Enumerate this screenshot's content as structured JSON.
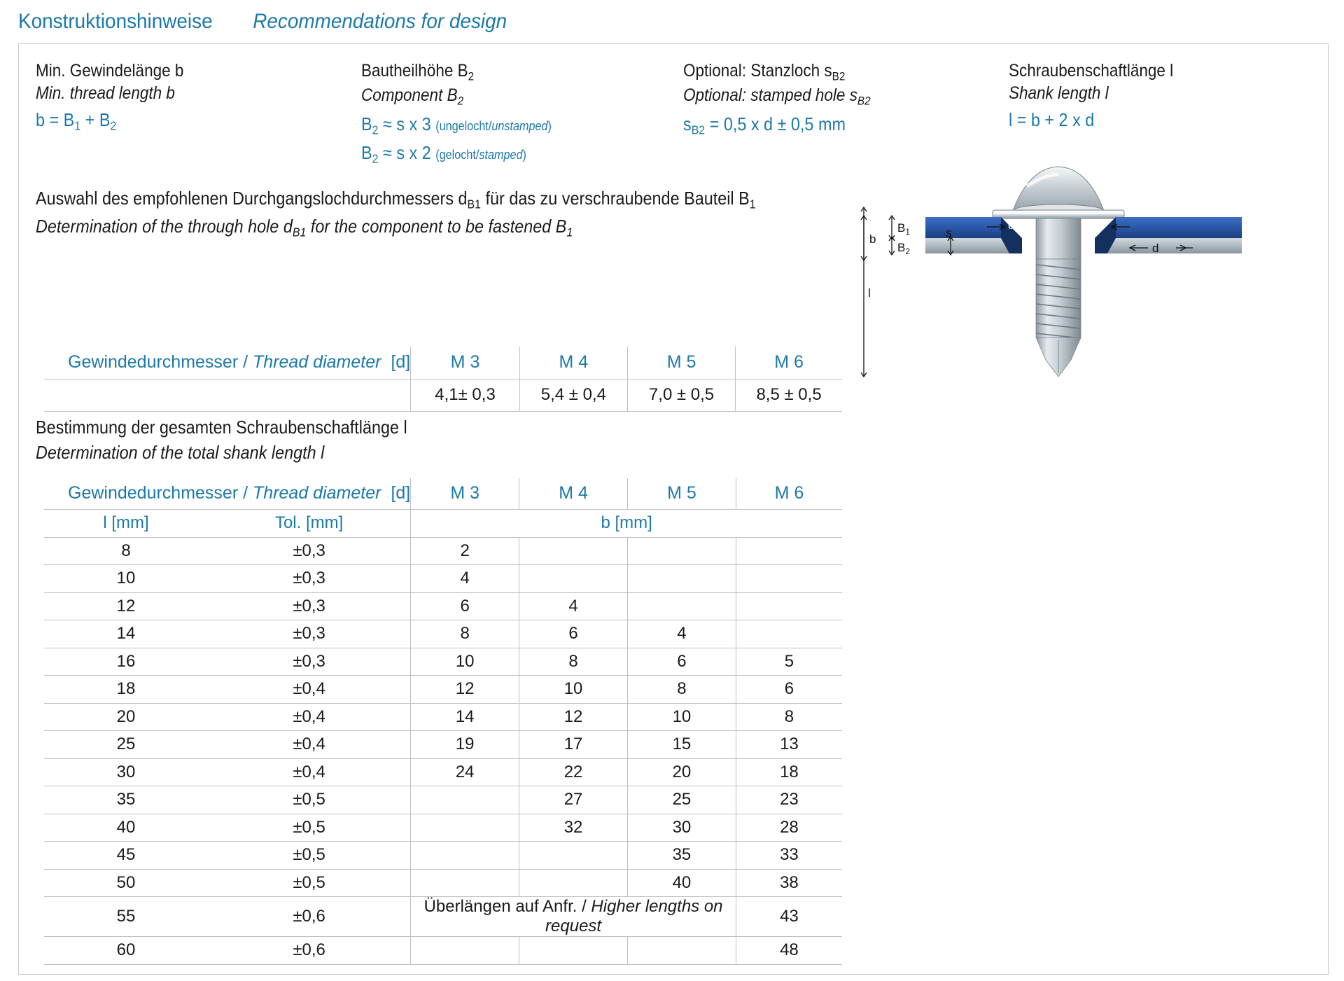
{
  "header": {
    "title_de": "Konstruktionshinweise",
    "title_en": "Recommendations for design"
  },
  "formulas": [
    {
      "de": "Min. Gewindelänge b",
      "en": "Min. thread length b",
      "eq1_pre": "b = B",
      "eq1_sub1": "1",
      "eq1_mid": " + B",
      "eq1_sub2": "2"
    },
    {
      "de_pre": "Bautheilhöhe B",
      "de_sub": "2",
      "en_pre": "Component B",
      "en_sub": "2",
      "eq1_pre": "B",
      "eq1_sub": "2",
      "eq1_post": " ≈ s x 3",
      "eq1_note_de": "(ungelocht/",
      "eq1_note_en": "unstamped",
      "eq1_note_close": ")",
      "eq2_pre": "B",
      "eq2_sub": "2",
      "eq2_post": " ≈ s x 2",
      "eq2_note_de": "(gelocht/",
      "eq2_note_en": "stamped",
      "eq2_note_close": ")"
    },
    {
      "de_pre": "Optional: Stanzloch s",
      "de_sub": "B2",
      "en_pre": "Optional: stamped hole s",
      "en_sub": "B2",
      "eq1_pre": "s",
      "eq1_sub": "B2",
      "eq1_post": " = 0,5 x d ± 0,5 mm"
    },
    {
      "de": "Schraubenschaftlänge l",
      "en": "Shank length l",
      "eq1": "l = b + 2 x d"
    }
  ],
  "section1": {
    "line1_a": "Auswahl des empfohlenen Durchgangslochdurchmessers d",
    "line1_sub": "B1",
    "line1_b": " für das zu verschraubende Bauteil B",
    "line1_sub2": "1",
    "line2_a": "Determination of the through hole d",
    "line2_sub": "B1",
    "line2_b": " for the component to be fastened B",
    "line2_sub2": "1"
  },
  "section2": {
    "line1": "Bestimmung der gesamten Schraubenschaftlänge l",
    "line2": "Determination of the total shank length l"
  },
  "table1": {
    "header_de": "Gewindedurchmesser / ",
    "header_en": "Thread diameter",
    "header_unit": "[d]",
    "columns": [
      "M 3",
      "M 4",
      "M 5",
      "M 6"
    ],
    "values": [
      "4,1± 0,3",
      "5,4 ± 0,4",
      "7,0 ± 0,5",
      "8,5 ± 0,5"
    ]
  },
  "table2": {
    "header_de": "Gewindedurchmesser / ",
    "header_en": "Thread diameter",
    "header_unit": "[d]",
    "columns": [
      "M 3",
      "M 4",
      "M 5",
      "M 6"
    ],
    "sub_col1": "l [mm]",
    "sub_col2": "Tol. [mm]",
    "sub_span": "b [mm]",
    "note_de": "Überlängen auf Anfr. / ",
    "note_en": "Higher lengths on request",
    "rows": [
      {
        "l": "8",
        "tol": "±0,3",
        "m3": "2",
        "m4": "",
        "m5": "",
        "m6": ""
      },
      {
        "l": "10",
        "tol": "±0,3",
        "m3": "4",
        "m4": "",
        "m5": "",
        "m6": ""
      },
      {
        "l": "12",
        "tol": "±0,3",
        "m3": "6",
        "m4": "4",
        "m5": "",
        "m6": ""
      },
      {
        "l": "14",
        "tol": "±0,3",
        "m3": "8",
        "m4": "6",
        "m5": "4",
        "m6": ""
      },
      {
        "l": "16",
        "tol": "±0,3",
        "m3": "10",
        "m4": "8",
        "m5": "6",
        "m6": "5"
      },
      {
        "l": "18",
        "tol": "±0,4",
        "m3": "12",
        "m4": "10",
        "m5": "8",
        "m6": "6"
      },
      {
        "l": "20",
        "tol": "±0,4",
        "m3": "14",
        "m4": "12",
        "m5": "10",
        "m6": "8"
      },
      {
        "l": "25",
        "tol": "±0,4",
        "m3": "19",
        "m4": "17",
        "m5": "15",
        "m6": "13"
      },
      {
        "l": "30",
        "tol": "±0,4",
        "m3": "24",
        "m4": "22",
        "m5": "20",
        "m6": "18"
      },
      {
        "l": "35",
        "tol": "±0,5",
        "m3": "",
        "m4": "27",
        "m5": "25",
        "m6": "23"
      },
      {
        "l": "40",
        "tol": "±0,5",
        "m3": "",
        "m4": "32",
        "m5": "30",
        "m6": "28"
      },
      {
        "l": "45",
        "tol": "±0,5",
        "m3": "",
        "m4": "",
        "m5": "35",
        "m6": "33"
      },
      {
        "l": "50",
        "tol": "±0,5",
        "m3": "",
        "m4": "",
        "m5": "40",
        "m6": "38"
      },
      {
        "l": "55",
        "tol": "±0,6",
        "m3": "",
        "m4": "",
        "m5": "",
        "m6": "43",
        "note": true
      },
      {
        "l": "60",
        "tol": "±0,6",
        "m3": "",
        "m4": "",
        "m5": "",
        "m6": "48"
      }
    ]
  },
  "drawing": {
    "labels": {
      "b1": "B",
      "b1_sub": "1",
      "b2": "B",
      "b2_sub": "2",
      "b": "b",
      "s": "s",
      "d": "d",
      "l": "l",
      "db1": "d",
      "db1_sub": "B1"
    },
    "colors": {
      "plate": "#2a58a8",
      "metal": "#b8c0c6"
    }
  },
  "colors": {
    "accent": "#1b79a8",
    "text": "#1a1a1a",
    "rule": "#bfbfbf"
  }
}
